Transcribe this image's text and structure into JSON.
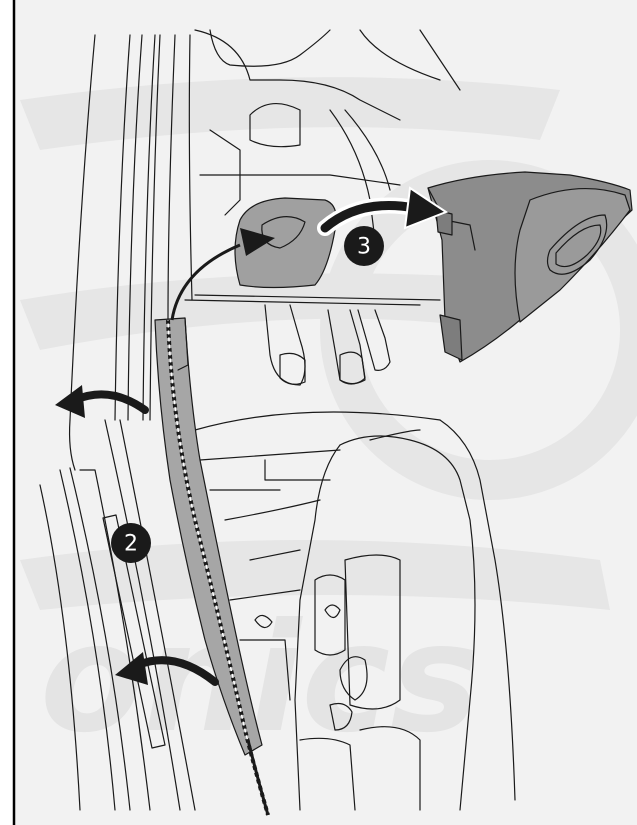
{
  "diagram": {
    "steps": [
      {
        "label": "2"
      },
      {
        "label": "3"
      }
    ],
    "watermark": "onics",
    "colors": {
      "background": "#f2f2f2",
      "line": "#1a1a1a",
      "trim_panel": "#a6a6a6",
      "glove_box": "#8c8c8c",
      "badge": "#1a1a1a"
    }
  }
}
